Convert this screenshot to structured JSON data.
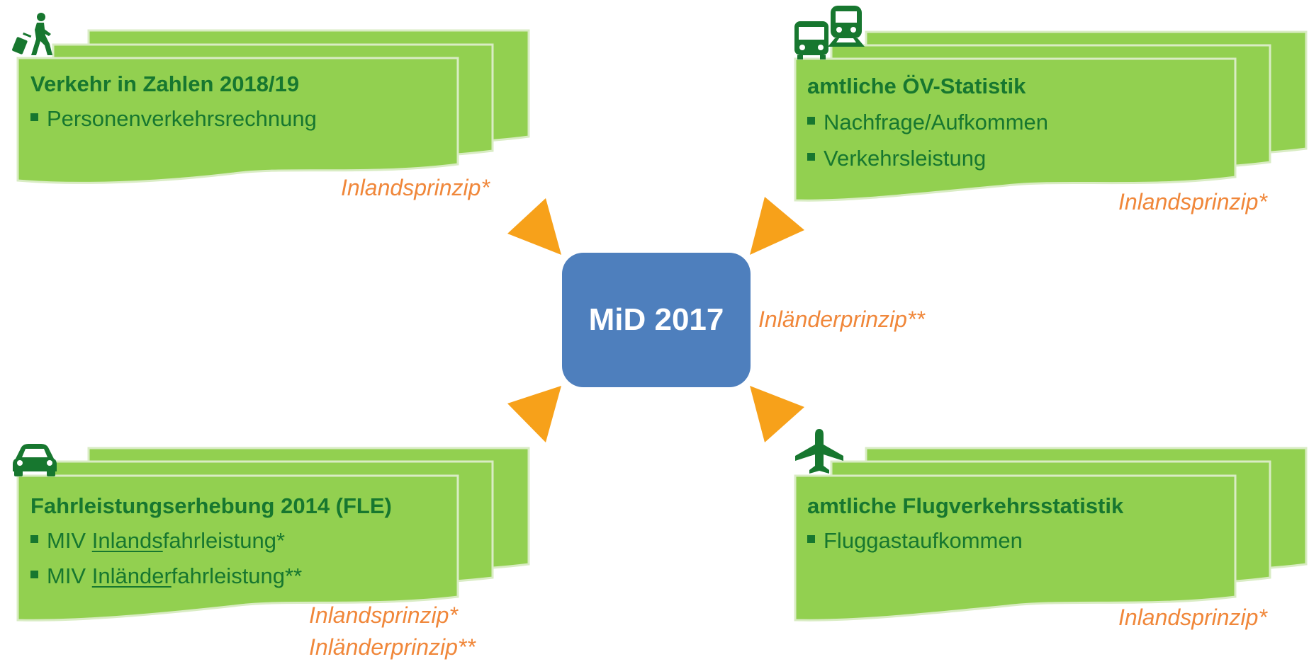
{
  "hub": {
    "label": "MiD 2017",
    "principle": "Inländerprinzip**"
  },
  "cards": {
    "top_left": {
      "icon": "pedestrian-luggage-icon",
      "title": "Verkehr in Zahlen 2018/19",
      "items": [
        "Personenverkehrsrechnung"
      ],
      "principle": "Inlandsprinzip*"
    },
    "top_right": {
      "icon": "bus-train-icon",
      "title": "amtliche ÖV-Statistik",
      "items": [
        "Nachfrage/Aufkommen",
        "Verkehrsleistung"
      ],
      "principle": "Inlandsprinzip*"
    },
    "bottom_left": {
      "icon": "car-icon",
      "title": "Fahrleistungserhebung 2014 (FLE)",
      "items": [
        {
          "prefix": "MIV ",
          "underlined": "Inlands",
          "suffix": "fahrleistung*"
        },
        {
          "prefix": "MIV ",
          "underlined": "Inländer",
          "suffix": "fahrleistung**"
        }
      ],
      "principles": [
        "Inlandsprinzip*",
        "Inländerprinzip**"
      ]
    },
    "bottom_right": {
      "icon": "airplane-icon",
      "title": "amtliche Flugverkehrsstatistik",
      "items": [
        "Fluggastaufkommen"
      ],
      "principle": "Inlandsprinzip*"
    }
  },
  "colors": {
    "card_fill": "#92d050",
    "card_stroke": "#d9ecc4",
    "text_green": "#17772f",
    "accent_orange": "#f0873a",
    "arrow_orange": "#f7a11a",
    "hub_blue": "#4e7fbd"
  }
}
